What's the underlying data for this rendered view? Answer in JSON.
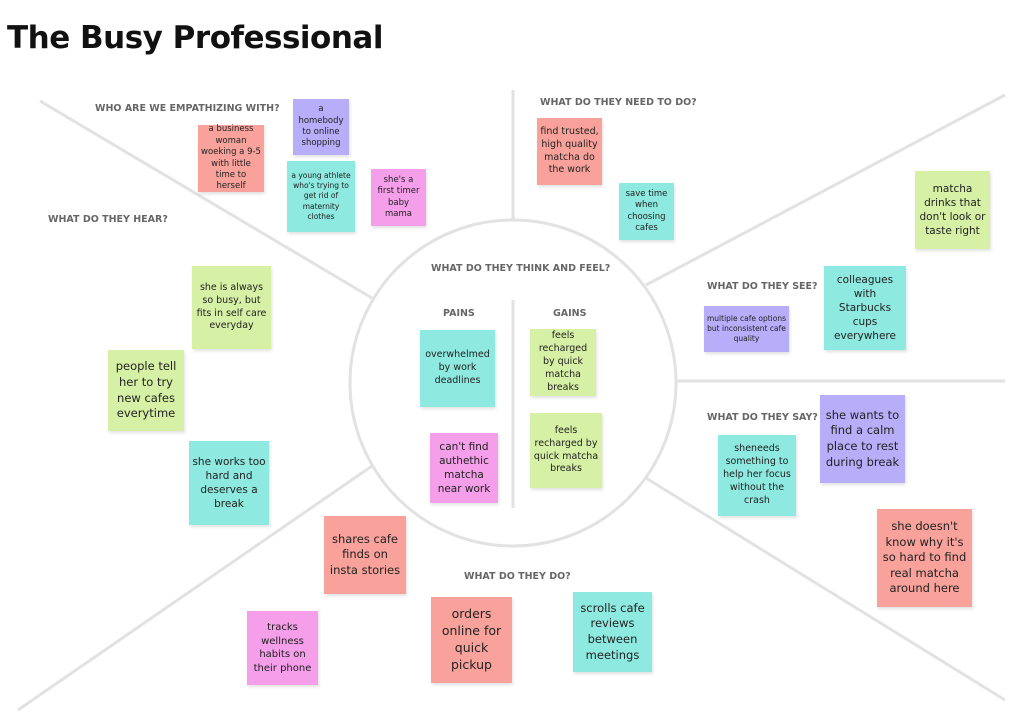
{
  "title": "The Busy Professional",
  "colors": {
    "red": "#f8a29b",
    "purple": "#b8adf8",
    "teal": "#8ee9e0",
    "pink": "#f59ee9",
    "green": "#d6f0a6"
  },
  "sections": {
    "empathize": "WHO ARE WE EMPATHIZING WITH?",
    "need": "WHAT DO THEY NEED TO DO?",
    "hear": "WHAT DO THEY HEAR?",
    "think": "WHAT DO THEY THINK AND FEEL?",
    "pains": "PAINS",
    "gains": "GAINS",
    "see": "WHAT DO THEY SEE?",
    "say": "WHAT DO THEY SAY?",
    "do": "WHAT DO THEY DO?"
  },
  "notes": [
    "a business woman woeking a 9-5 with little time to herself",
    "a homebody to online shopping",
    "a young athlete who's trying to get rid of maternity clothes",
    "she's a first timer baby mama",
    "find trusted, high quality matcha do the work",
    "save time when choosing cafes",
    "matcha drinks that don't look or taste right",
    "she is always so busy, but fits in self care everyday",
    "people tell her to try new cafes everytime",
    "she works too hard and deserves a break",
    "multiple cafe options but inconsistent cafe quality",
    "colleagues with Starbucks cups everywhere",
    "overwhelmed by work deadlines",
    "can't find authethic matcha near work",
    "feels recharged by quick matcha breaks",
    "feels recharged by quick matcha breaks",
    "sheneeds something to help her focus without the crash",
    "she wants to find a calm place to rest during break",
    "she doesn't know why it's so hard to find real matcha around here",
    "shares cafe finds on insta stories",
    "tracks wellness habits on their phone",
    "orders online for quick pickup",
    "scrolls cafe reviews between meetings"
  ]
}
